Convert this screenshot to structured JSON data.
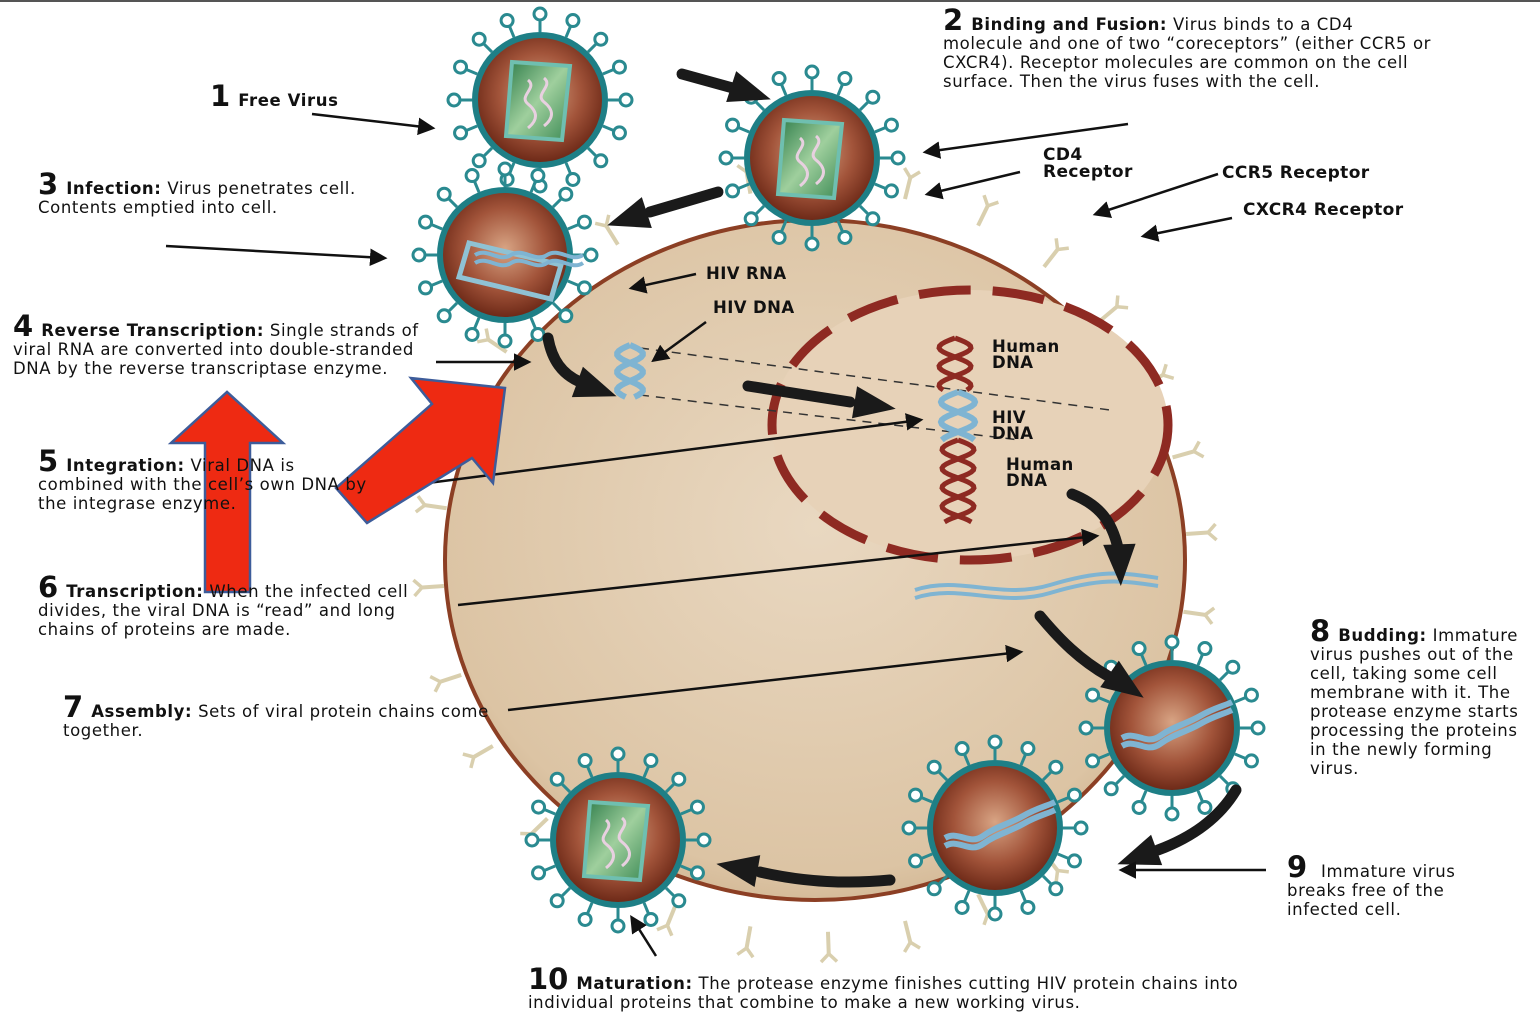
{
  "colors": {
    "cell_fill": "#dcc4a4",
    "cell_edge": "#8c3f24",
    "nucleus": "#8e2a22",
    "virus_core": "#9a4a2e",
    "virus_ring": "#1e7f86",
    "virus_spike": "#2a8a90",
    "helix": "#7fb4d2",
    "arrow": "#1a1a1a",
    "highlight_arrow": "#ee2a12",
    "highlight_arrow_edge": "#3d5c9a"
  },
  "steps": [
    {
      "num": "1",
      "title": "Free Virus",
      "body": ""
    },
    {
      "num": "2",
      "title": "Binding and Fusion:",
      "body": "Virus binds to a CD4 molecule and one of two “coreceptors” (either CCR5 or CXCR4). Receptor molecules are common on the cell surface.  Then the virus fuses with the cell."
    },
    {
      "num": "3",
      "title": "Infection:",
      "body": "Virus penetrates cell.  Contents emptied into cell."
    },
    {
      "num": "4",
      "title": "Reverse Transcription:",
      "body": "Single strands of viral RNA are converted into double-stranded DNA by the reverse transcriptase enzyme."
    },
    {
      "num": "5",
      "title": "Integration:",
      "body": "Viral DNA is combined with the cell’s own DNA by the integrase enzyme."
    },
    {
      "num": "6",
      "title": "Transcription:",
      "body": "When the infected cell divides, the viral DNA is “read” and long chains of proteins are made."
    },
    {
      "num": "7",
      "title": "Assembly:",
      "body": "Sets of viral protein chains come together."
    },
    {
      "num": "8",
      "title": "Budding:",
      "body": "Immature virus pushes out of the cell, taking some cell membrane with it. The protease enzyme starts processing the proteins in the newly forming virus."
    },
    {
      "num": "9",
      "title": "",
      "body": "Immature virus breaks free of the infected cell."
    },
    {
      "num": "10",
      "title": "Maturation:",
      "body": "The protease enzyme finishes  cutting HIV protein chains into individual proteins that combine to make a new working virus."
    }
  ],
  "labels": {
    "cd4": "CD4 Receptor",
    "ccr5": "CCR5 Receptor",
    "cxcr4": "CXCR4 Receptor",
    "hiv_rna": "HIV RNA",
    "hiv_dna": "HIV DNA",
    "human_dna": "Human DNA",
    "hiv_dna_nucleus": "HIV DNA"
  }
}
